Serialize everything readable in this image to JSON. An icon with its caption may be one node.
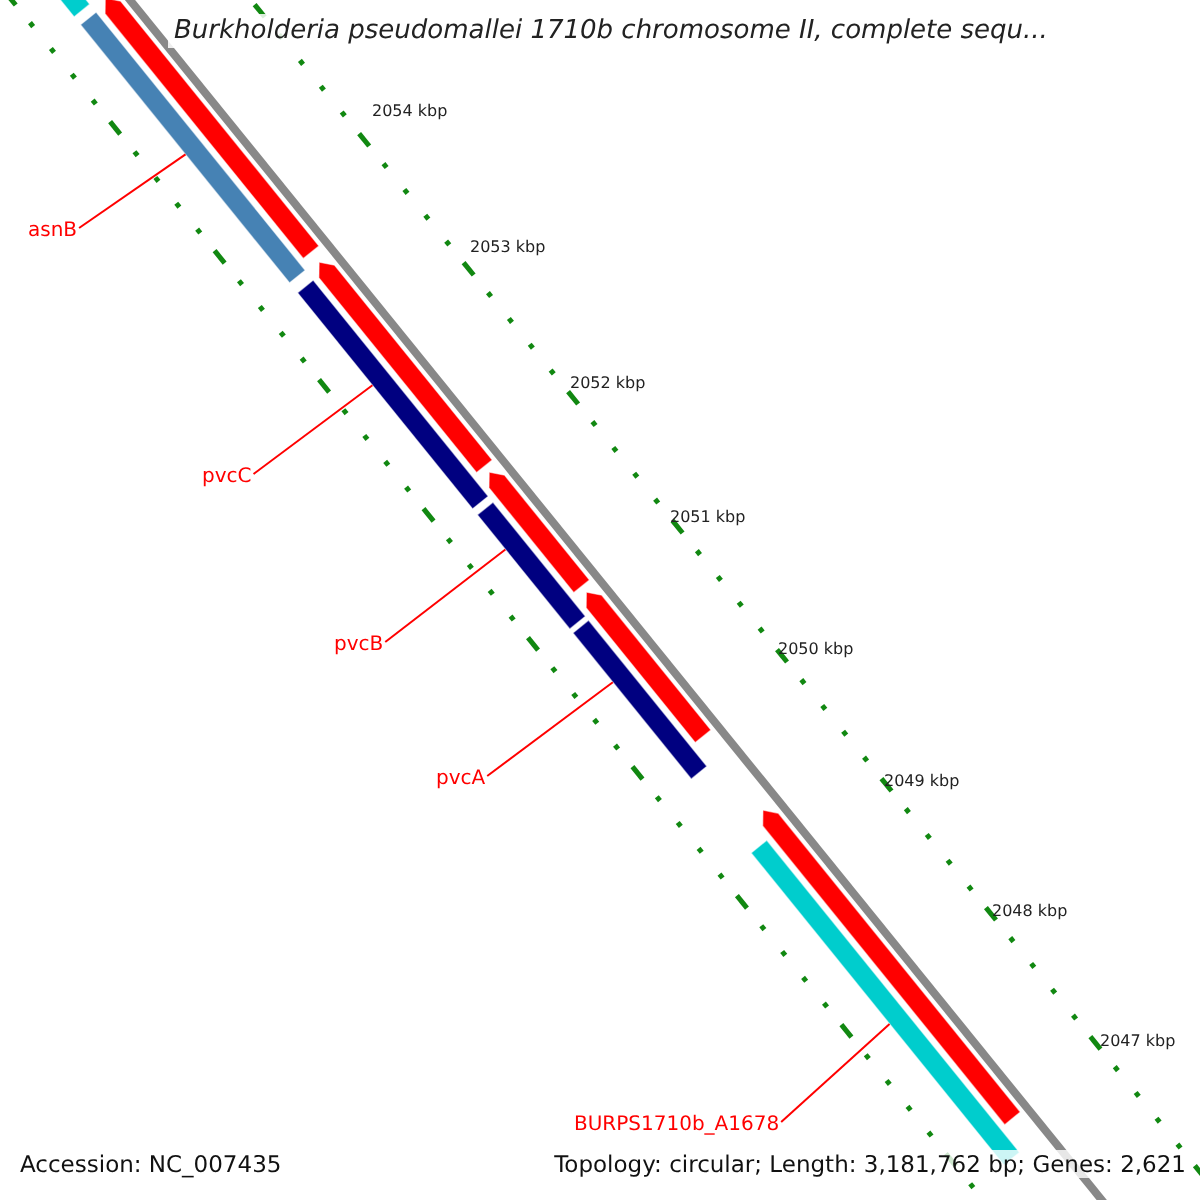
{
  "diagram": {
    "title": "Burkholderia pseudomallei 1710b chromosome II, complete sequ...",
    "nodes": [
      {
        "text": [],
        "shape": "bar"
      },
      {
        "text": [],
        "shape": "arrow"
      },
      {
        "text": [
          "asnB"
        ]
      },
      {
        "text": [],
        "shape": "bar"
      },
      {
        "text": [],
        "shape": "arrow"
      },
      {
        "text": [
          "pvcC"
        ]
      },
      {
        "text": [],
        "shape": "bar"
      },
      {
        "text": [],
        "shape": "arrow"
      },
      {
        "text": [
          "pvcB"
        ]
      },
      {
        "text": [],
        "shape": "bar"
      },
      {
        "text": [],
        "shape": "arrow"
      },
      {
        "text": [
          "pvcA"
        ]
      },
      {
        "text": [],
        "shape": "bar"
      },
      {
        "text": [],
        "shape": "arrow"
      },
      {
        "text": [],
        "shape": "bar"
      },
      {
        "text": [
          "BURPS1710b_A1678"
        ]
      }
    ],
    "edges": [
      {
        "from": 2,
        "to": 3,
        "arrow": "none"
      },
      {
        "from": 5,
        "to": 6,
        "arrow": "none"
      },
      {
        "from": 8,
        "to": 9,
        "arrow": "none"
      },
      {
        "from": 11,
        "to": 12,
        "arrow": "none"
      },
      {
        "from": 15,
        "to": 14,
        "arrow": "none"
      }
    ],
    "labels": [
      "2054 kbp",
      "2053 kbp",
      "2052 kbp",
      "2051 kbp",
      "2050 kbp",
      "2049 kbp",
      "2048 kbp",
      "2047 kbp",
      "Accession: NC_007435",
      "Topology: circular; Length: 3,181,762 bp; Genes: 2,621"
    ]
  }
}
